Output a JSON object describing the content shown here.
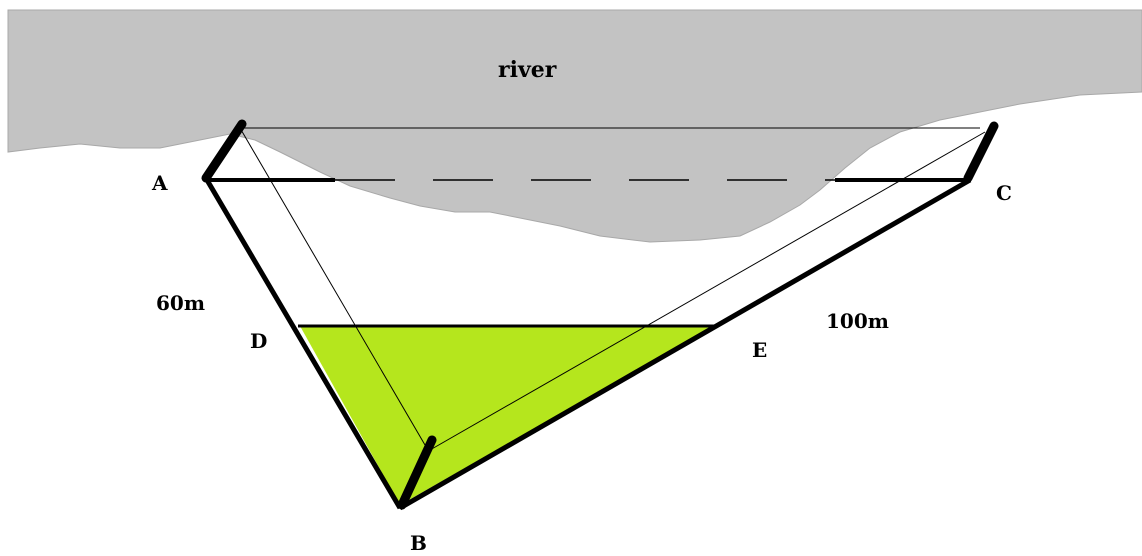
{
  "river": {
    "label": "river"
  },
  "points": {
    "a": "A",
    "b": "B",
    "c": "C",
    "d": "D",
    "e": "E"
  },
  "measurements": {
    "ab_length": "60m",
    "bc_length": "100m"
  },
  "colors": {
    "river": "#c3c3c3",
    "shaded_triangle": "#b5e61d",
    "lines": "#000000"
  }
}
